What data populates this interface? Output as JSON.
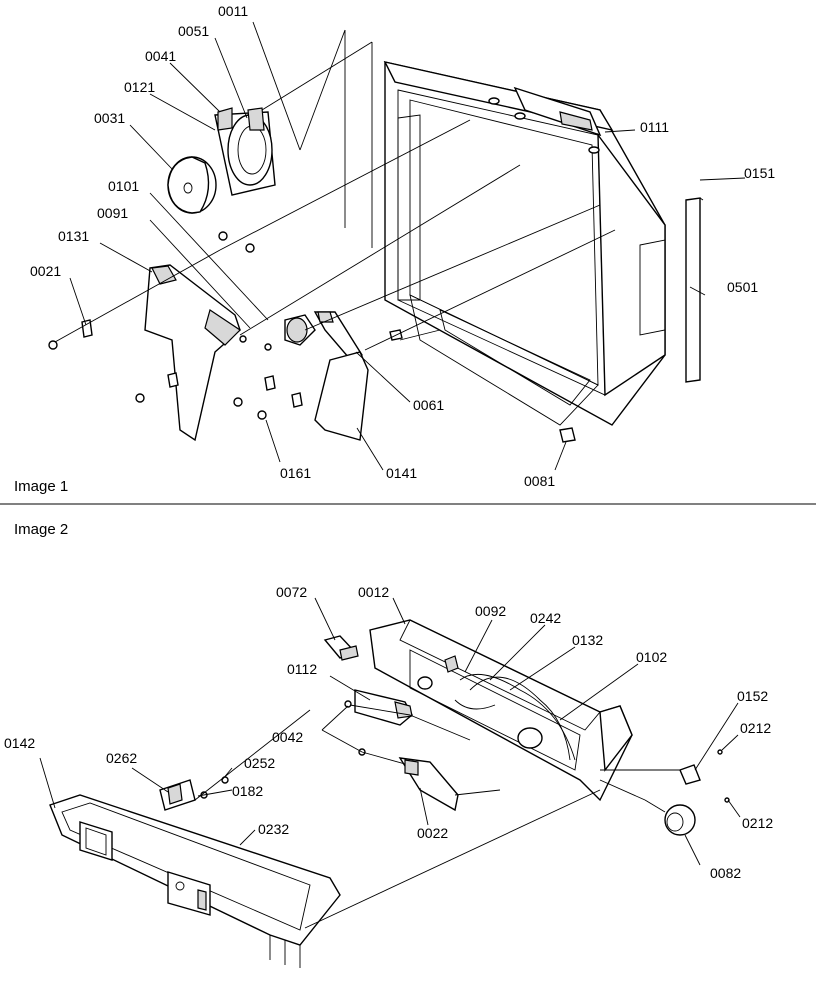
{
  "image1": {
    "caption": "Image 1",
    "labels": [
      {
        "id": "l0011",
        "text": "0011"
      },
      {
        "id": "l0051",
        "text": "0051"
      },
      {
        "id": "l0041",
        "text": "0041"
      },
      {
        "id": "l0121",
        "text": "0121"
      },
      {
        "id": "l0031",
        "text": "0031"
      },
      {
        "id": "l0101",
        "text": "0101"
      },
      {
        "id": "l0091",
        "text": "0091"
      },
      {
        "id": "l0131",
        "text": "0131"
      },
      {
        "id": "l0021",
        "text": "0021"
      },
      {
        "id": "l0111",
        "text": "0111"
      },
      {
        "id": "l0151",
        "text": "0151"
      },
      {
        "id": "l0501",
        "text": "0501"
      },
      {
        "id": "l0061",
        "text": "0061"
      },
      {
        "id": "l0161",
        "text": "0161"
      },
      {
        "id": "l0141",
        "text": "0141"
      },
      {
        "id": "l0081",
        "text": "0081"
      }
    ]
  },
  "image2": {
    "caption": "Image 2",
    "labels": [
      {
        "id": "l0072",
        "text": "0072"
      },
      {
        "id": "l0012",
        "text": "0012"
      },
      {
        "id": "l0092",
        "text": "0092"
      },
      {
        "id": "l0242",
        "text": "0242"
      },
      {
        "id": "l0132",
        "text": "0132"
      },
      {
        "id": "l0102",
        "text": "0102"
      },
      {
        "id": "l0112",
        "text": "0112"
      },
      {
        "id": "l0152",
        "text": "0152"
      },
      {
        "id": "l0212a",
        "text": "0212"
      },
      {
        "id": "l0212b",
        "text": "0212"
      },
      {
        "id": "l0042",
        "text": "0042"
      },
      {
        "id": "l0142",
        "text": "0142"
      },
      {
        "id": "l0262",
        "text": "0262"
      },
      {
        "id": "l0252",
        "text": "0252"
      },
      {
        "id": "l0182",
        "text": "0182"
      },
      {
        "id": "l0232",
        "text": "0232"
      },
      {
        "id": "l0022",
        "text": "0022"
      },
      {
        "id": "l0082",
        "text": "0082"
      }
    ]
  }
}
